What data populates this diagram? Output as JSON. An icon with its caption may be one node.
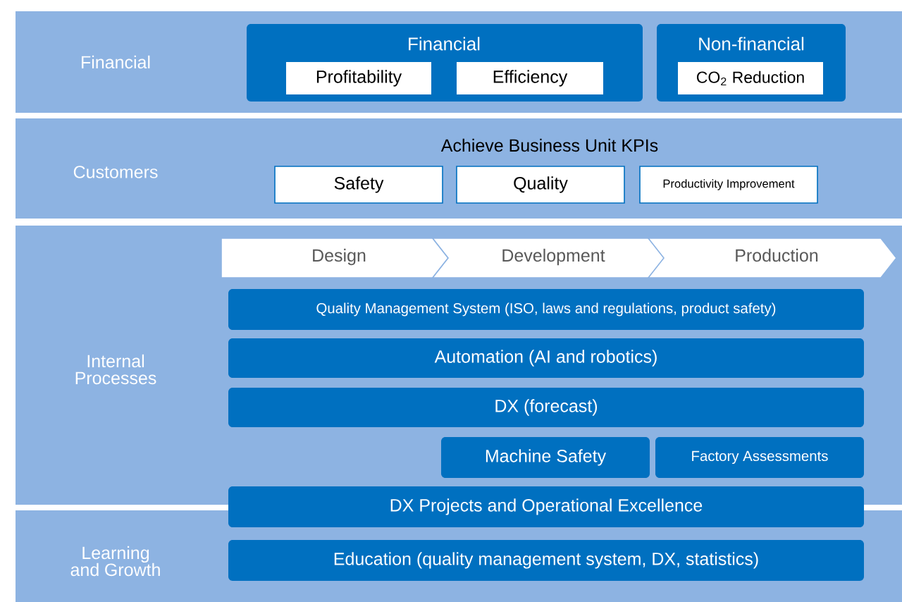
{
  "diagram": {
    "nodes": [
      {
        "text": [
          "Financial"
        ]
      },
      {
        "text": [
          "Financial"
        ],
        "in": 0
      },
      {
        "text": [
          "Profitability"
        ],
        "in": 1
      },
      {
        "text": [
          "Efficiency"
        ],
        "in": 1
      },
      {
        "text": [
          "Non-financial"
        ],
        "in": 0
      },
      {
        "text": [
          "CO$_{2}$ Reduction"
        ],
        "in": 4
      },
      {
        "text": [
          "Customers",
          "Achieve Business Unit KPIs"
        ]
      },
      {
        "text": [
          "Safety"
        ],
        "in": 6
      },
      {
        "text": [
          "Quality"
        ],
        "in": 6
      },
      {
        "text": [
          "Productivity Improvement"
        ],
        "in": 6
      },
      {
        "text": [
          "Internal Processes"
        ]
      },
      {
        "text": [
          "Design"
        ],
        "in": 10
      },
      {
        "text": [
          "Development"
        ],
        "in": 10
      },
      {
        "text": [
          "Production"
        ],
        "in": 10
      },
      {
        "text": [
          "Quality Management System (ISO, laws and regulations, product safety)"
        ],
        "in": 10
      },
      {
        "text": [
          "Automation (AI and robotics)"
        ],
        "in": 10
      },
      {
        "text": [
          "DX (forecast)"
        ],
        "in": 10
      },
      {
        "text": [
          "Machine Safety"
        ],
        "in": 10
      },
      {
        "text": [
          "Factory Assessments"
        ],
        "in": 10
      },
      {
        "text": [
          "Learning and Growth"
        ]
      },
      {
        "text": [
          "DX Projects and Operational Excellence"
        ]
      },
      {
        "text": [
          "Education (quality management system, DX, statistics)"
        ],
        "in": 19
      }
    ]
  }
}
